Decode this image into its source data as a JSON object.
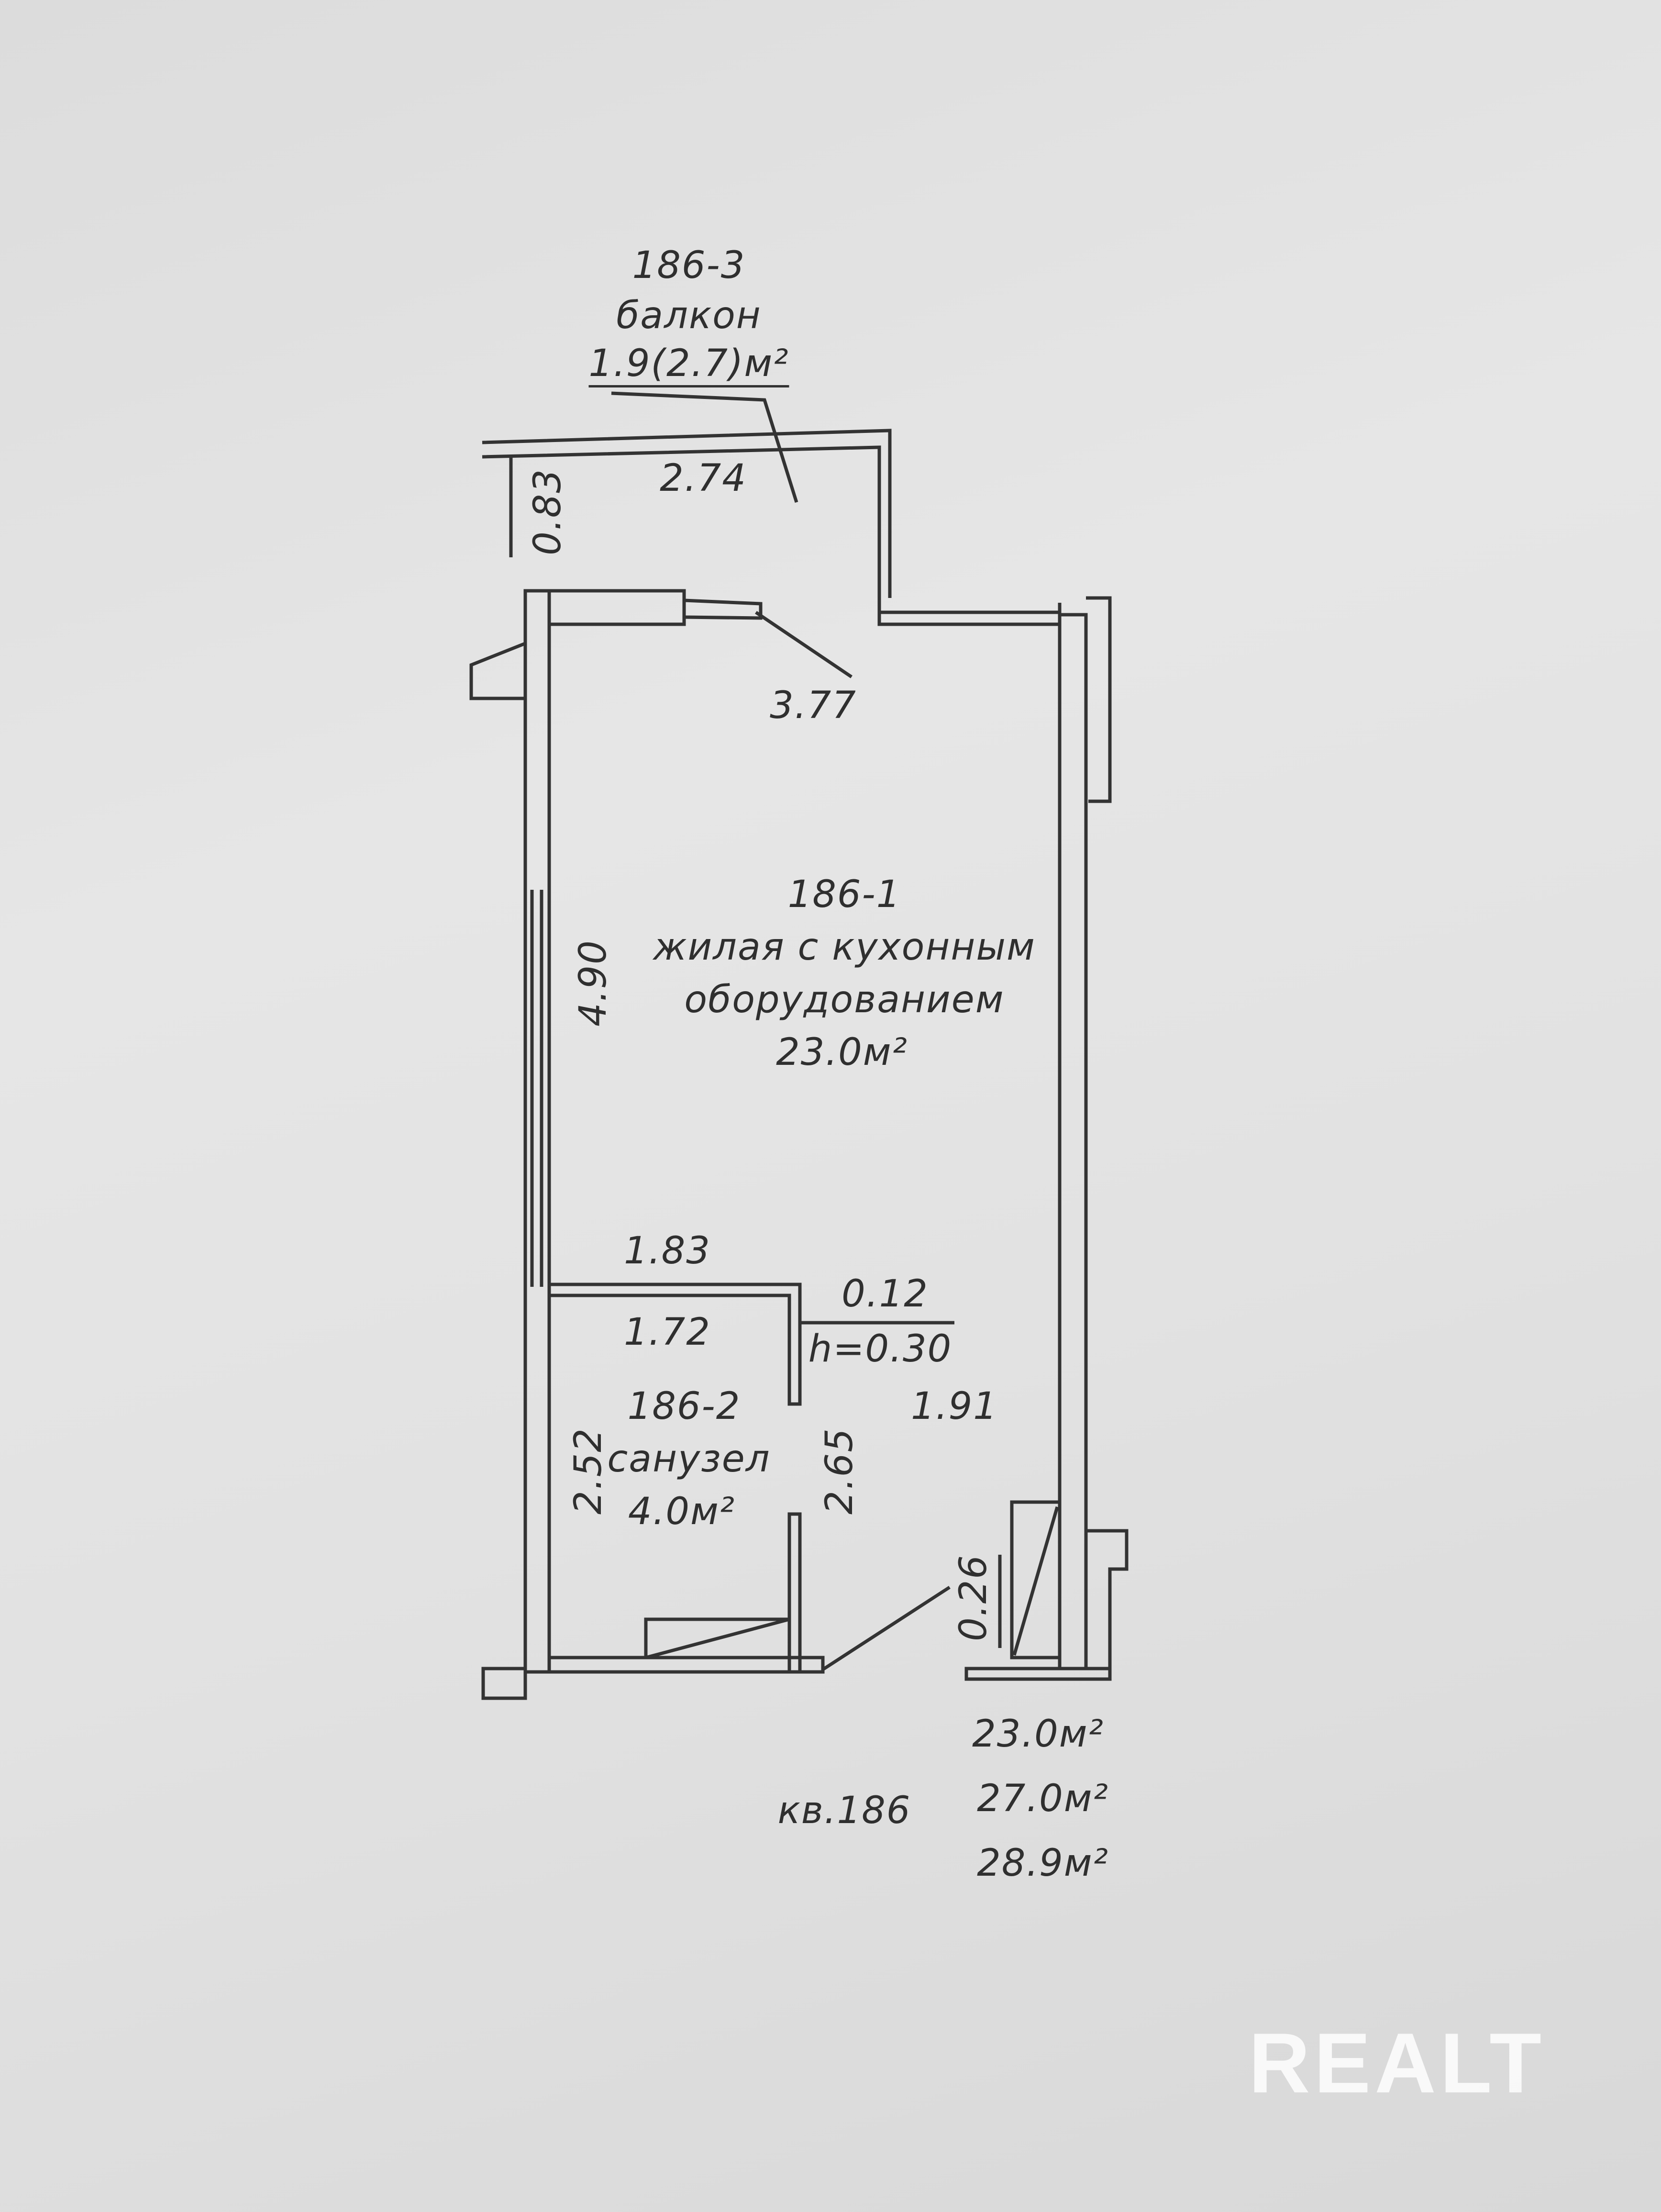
{
  "balcony": {
    "code": "186-3",
    "name": "балкон",
    "area": "1.9(2.7)м²"
  },
  "living": {
    "code": "186-1",
    "name_line1": "жилая с кухонным",
    "name_line2": "оборудованием",
    "area": "23.0м²"
  },
  "bathroom": {
    "code": "186-2",
    "name": "санузел",
    "area": "4.0м²"
  },
  "dimensions": {
    "balcony_width": "2.74",
    "balcony_depth": "0.83",
    "window": "3.77",
    "living_length": "4.90",
    "partition_length": "1.83",
    "bath_width": "1.72",
    "bath_left_len": "2.52",
    "bath_right_len": "2.65",
    "hall_width": "1.91",
    "niche_depth": "0.12",
    "niche_height": "h=0.30",
    "shaft": "0.26"
  },
  "totals": {
    "living_area": "23.0м²",
    "total_area": "27.0м²",
    "total_with_balcony": "28.9м²"
  },
  "apartment": "кв.186",
  "watermark": "REALT"
}
